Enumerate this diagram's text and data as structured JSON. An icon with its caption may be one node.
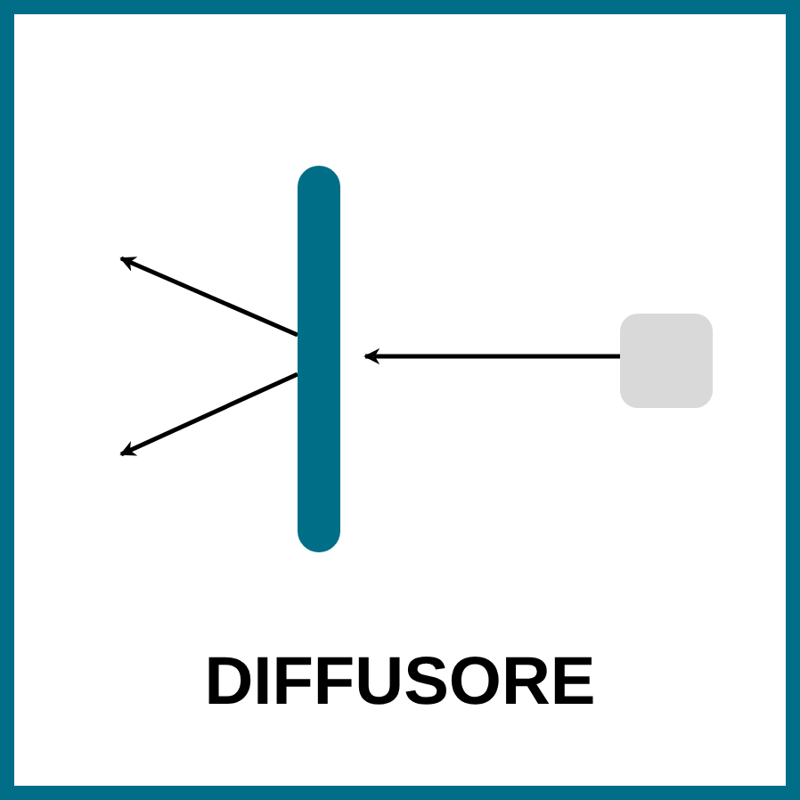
{
  "diagram": {
    "title": "DIFFUSORE",
    "nodes": [
      {
        "text": [],
        "shape": "bar"
      },
      {
        "text": [],
        "shape": "box"
      }
    ],
    "edges": [
      {
        "from": 1,
        "to": 0,
        "arrow": "to"
      },
      {
        "from": 0,
        "to": null,
        "arrow": "to"
      },
      {
        "from": 0,
        "to": null,
        "arrow": "to"
      }
    ]
  }
}
